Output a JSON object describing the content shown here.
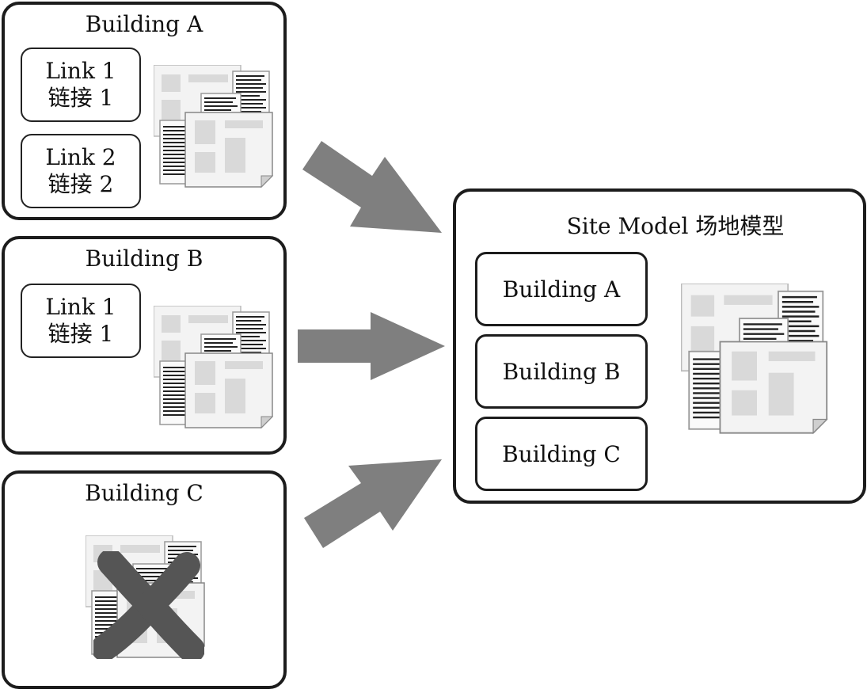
{
  "building_a": {
    "title": "Building A",
    "links": [
      {
        "en": "Link 1",
        "zh": "链接 1"
      },
      {
        "en": "Link 2",
        "zh": "链接 2"
      }
    ]
  },
  "building_b": {
    "title": "Building B",
    "links": [
      {
        "en": "Link 1",
        "zh": "链接 1"
      }
    ]
  },
  "building_c": {
    "title": "Building C"
  },
  "site_model": {
    "title": "Site Model 场地模型",
    "buildings": [
      "Building A",
      "Building B",
      "Building C"
    ]
  },
  "colors": {
    "arrow": "#7f7f7f",
    "border": "#1c1c1c",
    "doc_fill": "#f3f3f3",
    "doc_block": "#d9d9d9",
    "cross": "#555555"
  },
  "icons": [
    "document-stack-icon",
    "arrow-right-icon",
    "cross-icon"
  ]
}
